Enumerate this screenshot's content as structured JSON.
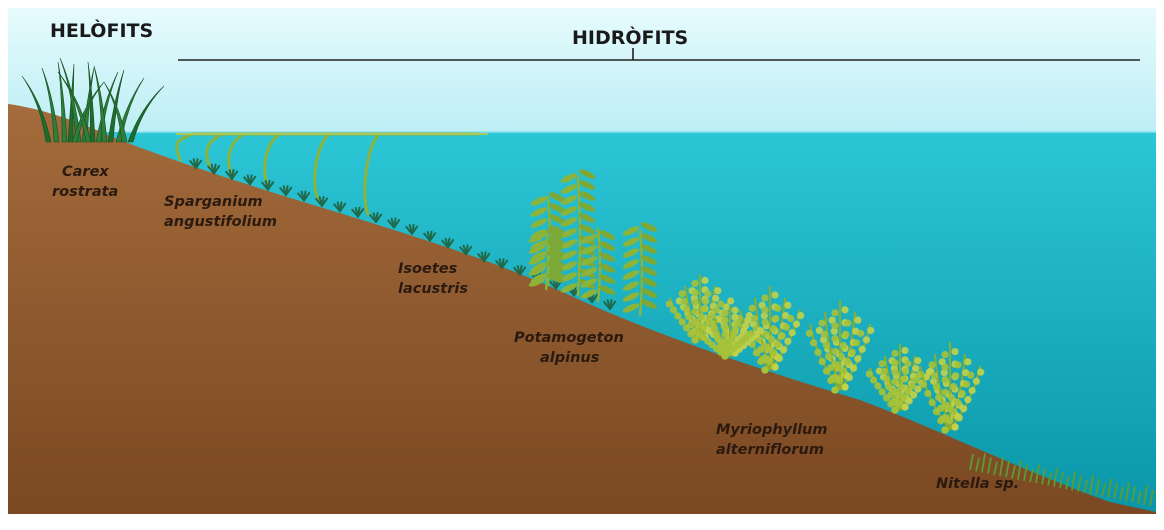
{
  "headings": {
    "helofits": "HELÒFITS",
    "hidrofits": "HIDRÒFITS"
  },
  "labels": {
    "carex": [
      "Carex",
      "rostrata"
    ],
    "sparganium": [
      "Sparganium",
      "angustifolium"
    ],
    "isoetes": [
      "Isoetes",
      "lacustris"
    ],
    "potamogeton": [
      "Potamogeton",
      "alpinus"
    ],
    "myriophyllum": [
      "Myriophyllum",
      "alterniflorum"
    ],
    "nitella": [
      "Nitella sp."
    ]
  },
  "colors": {
    "sky": "#c9f1f7",
    "water_top": "#29c2d3",
    "water_bottom": "#0a9aab",
    "soil_top": "#a0693a",
    "soil_bottom": "#7c4a24",
    "helophyte": "#2e7d3a",
    "hydrophyte": "#8db43a"
  }
}
